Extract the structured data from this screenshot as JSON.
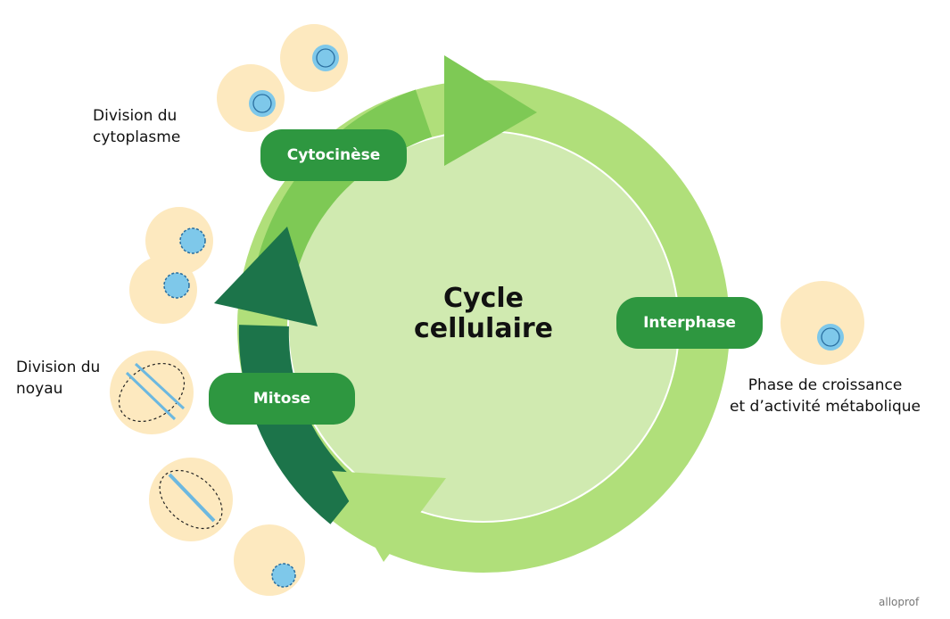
{
  "center_title_line1": "Cycle",
  "center_title_line2": "cellulaire",
  "phases": {
    "cytocinese": "Cytocinèse",
    "mitose": "Mitose",
    "interphase": "Interphase"
  },
  "labels": {
    "cytoplasme_line1": "Division du",
    "cytoplasme_line2": "cytoplasme",
    "noyau_line1": "Division du",
    "noyau_line2": "noyau",
    "interphase_line1": "Phase de croissance",
    "interphase_line2": "et d’activité métabolique"
  },
  "brand": "alloprof",
  "colors": {
    "ring_light": "#b0df7a",
    "ring_mid": "#7ec955",
    "ring_dark": "#1c744a",
    "inner": "#d0eab0",
    "pill": "#2e9740",
    "cell": "#fde9bf",
    "nucleus": "#7ec8ea"
  }
}
